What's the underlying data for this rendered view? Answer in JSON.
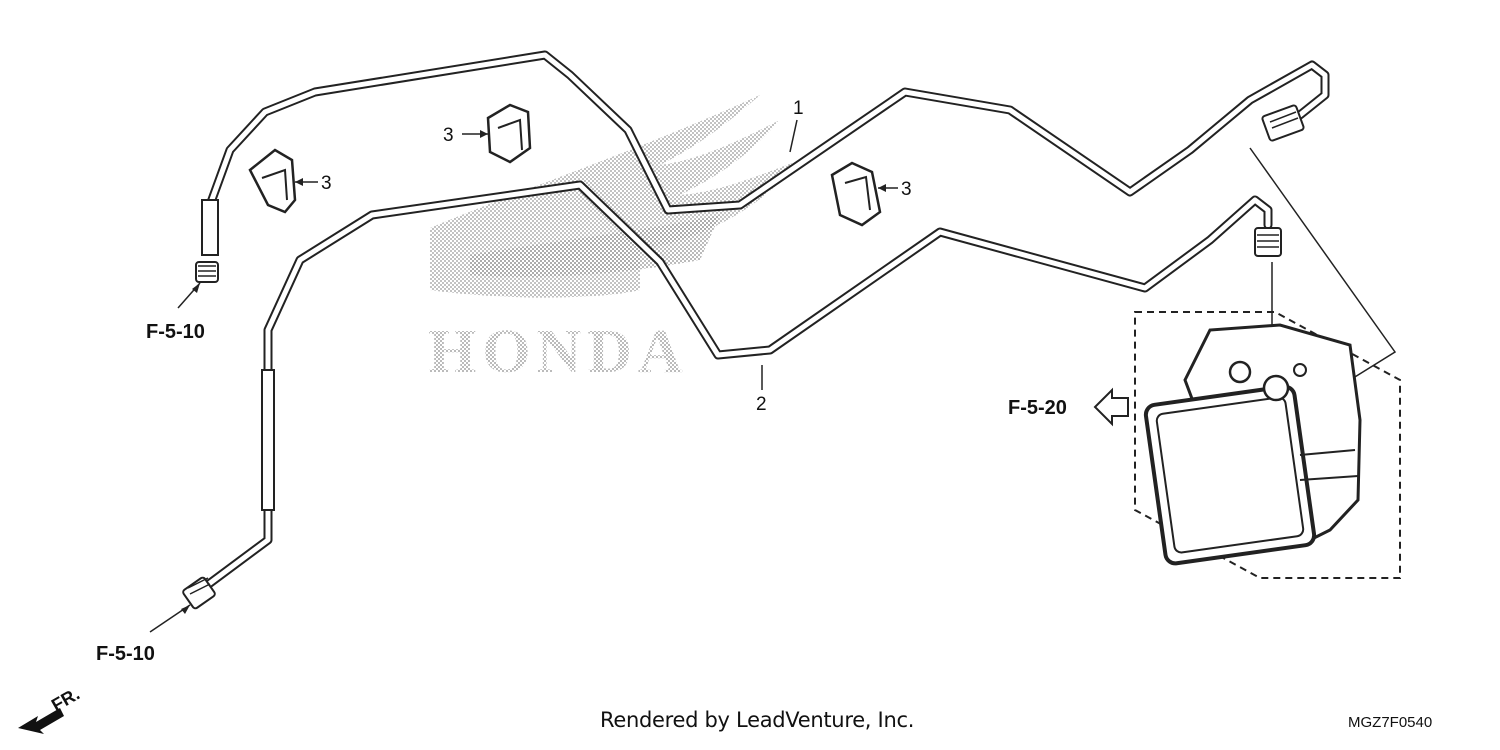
{
  "watermark": {
    "text": "HONDA",
    "color": "#9a9a9a"
  },
  "callouts": {
    "part1": "1",
    "part2": "2",
    "part3_a": "3",
    "part3_b": "3",
    "part3_c": "3",
    "ref_upper_left": "F-5-10",
    "ref_lower_left": "F-5-10",
    "ref_modulator": "F-5-20"
  },
  "direction": {
    "label": "FR."
  },
  "footer": {
    "credit": "Rendered by LeadVenture, Inc.",
    "diagram_code": "MGZ7F0540"
  },
  "colors": {
    "line": "#222222",
    "pipe_fill": "#ffffff"
  }
}
